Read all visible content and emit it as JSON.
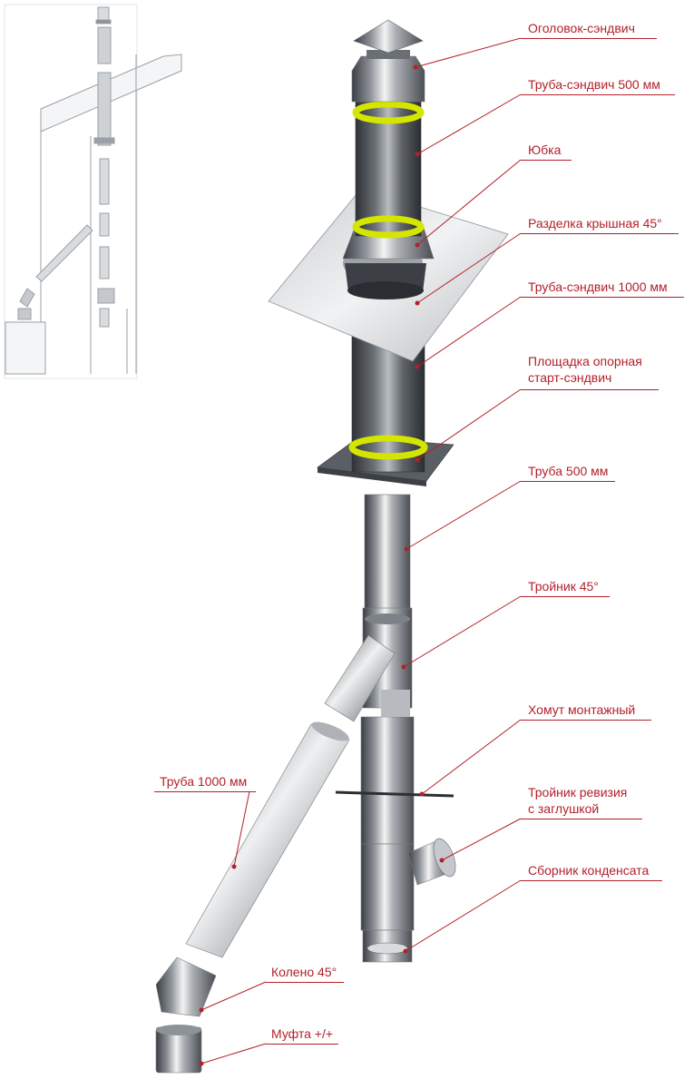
{
  "labels": {
    "cap": "Оголовок-сэндвич",
    "sandwich500": "Труба-сэндвич 500 мм",
    "skirt": "Юбка",
    "roof_cut": "Разделка крышная 45°",
    "sandwich1000": "Труба-сэндвич 1000 мм",
    "support_line1": "Площадка опорная",
    "support_line2": "старт-сэндвич",
    "pipe500": "Труба 500 мм",
    "tee45": "Тройник 45°",
    "clamp": "Хомут монтажный",
    "revision_line1": "Тройник ревизия",
    "revision_line2": "с заглушкой",
    "condensate": "Сборник конденсата",
    "pipe1000": "Труба 1000 мм",
    "elbow45": "Колено 45°",
    "coupling": "Муфта +/+"
  },
  "colors": {
    "accent": "#b3202a",
    "highlight_ring": "#d4e600",
    "steel_dark": "#3c4046",
    "steel_light": "#e6e8ea"
  }
}
